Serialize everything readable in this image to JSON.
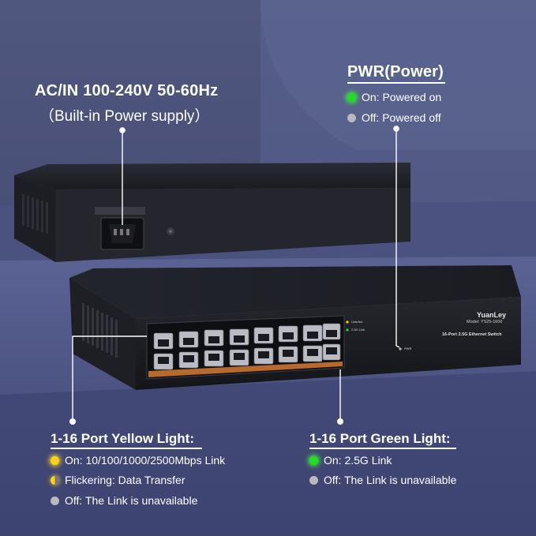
{
  "power_input": {
    "title": "AC/IN 100-240V 50-60Hz",
    "subtitle": "（Built-in Power supply）"
  },
  "pwr": {
    "title": "PWR(Power)",
    "items": [
      {
        "icon": "green-led-icon",
        "text": "On: Powered on"
      },
      {
        "icon": "gray-led-icon",
        "text": "Off: Powered off"
      }
    ]
  },
  "yellow_light": {
    "title": "1-16 Port Yellow Light:",
    "items": [
      {
        "icon": "yellow-led-icon",
        "text": "On: 10/100/1000/2500Mbps Link"
      },
      {
        "icon": "half-lit-led-icon",
        "text": "Flickering: Data Transfer"
      },
      {
        "icon": "gray-led-icon",
        "text": "Off: The Link is unavailable"
      }
    ]
  },
  "green_light": {
    "title": "1-16 Port Green Light:",
    "items": [
      {
        "icon": "green-led-icon",
        "text": "On: 2.5G Link"
      },
      {
        "icon": "gray-led-icon",
        "text": "Off: The Link is unavailable"
      }
    ]
  },
  "device": {
    "brand": "YuanLey",
    "model": "Model: YS25-1600",
    "name": "16-Port 2.5G Ethernet Switch",
    "led_label_1": "Link/Act",
    "led_label_2": "2.5G Link",
    "pwr_label": "PWR"
  },
  "colors": {
    "background": "#4a4f7a",
    "text": "#ffffff",
    "led_green": "#22dd22",
    "led_yellow": "#ffd21a",
    "led_off": "#b9b9bd"
  }
}
